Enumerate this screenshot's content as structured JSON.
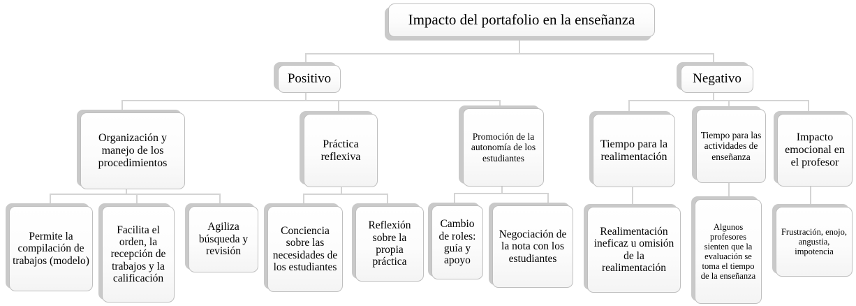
{
  "diagram": {
    "type": "organizational-tree",
    "title": "Impacto del portafolio en la enseñanza",
    "colors": {
      "node_fill": "#fbfbfb",
      "node_border": "#bfbfbf",
      "shadow": "#c9c9c9",
      "connector": "#d4d4d4",
      "text": "#000000",
      "background": "#ffffff"
    },
    "root": {
      "label": "Impacto del portafolio en la enseñanza"
    },
    "branches": [
      {
        "label": "Positivo",
        "children": [
          {
            "label": "Organización y manejo de los procedimientos",
            "children": [
              {
                "label": "Permite la compilación de trabajos (modelo)"
              },
              {
                "label": "Facilita el orden, la recepción de trabajos y la calificación"
              },
              {
                "label": "Agiliza búsqueda y revisión"
              }
            ]
          },
          {
            "label": "Práctica reflexiva",
            "children": [
              {
                "label": "Conciencia sobre las necesidades de los estudiantes"
              },
              {
                "label": "Reflexión sobre la propia práctica"
              }
            ]
          },
          {
            "label": "Promoción de la autonomía de los estudiantes",
            "children": [
              {
                "label": "Cambio de roles: guía y apoyo"
              },
              {
                "label": "Negociación de la nota con los estudiantes"
              }
            ]
          }
        ]
      },
      {
        "label": "Negativo",
        "children": [
          {
            "label": "Tiempo  para la realimentación",
            "children": [
              {
                "label": "Realimentación ineficaz u omisión de la realimentación"
              }
            ]
          },
          {
            "label": "Tiempo para las actividades de enseñanza",
            "children": [
              {
                "label": "Algunos profesores sienten que la evaluación se toma el tiempo de la enseñanza"
              }
            ]
          },
          {
            "label": "Impacto emocional en el profesor",
            "children": [
              {
                "label": "Frustración, enojo, angustia, impotencia"
              }
            ]
          }
        ]
      }
    ]
  }
}
